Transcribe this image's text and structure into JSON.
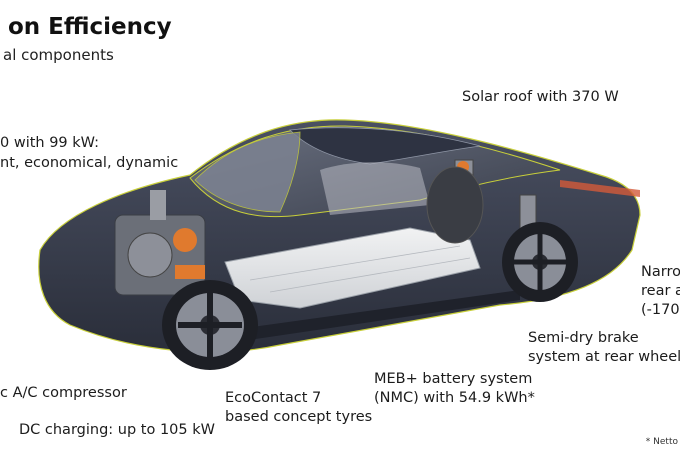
{
  "title": "on Efficiency",
  "subtitle": "al components",
  "callouts": {
    "solar_roof": "Solar roof with 370 W",
    "motor_line1": "0 with 99 kW:",
    "motor_line2": "nt, economical, dynamic",
    "narrow_line1": "Narro",
    "narrow_line2": "rear a",
    "narrow_line3": "(-170",
    "brake_line1": "Semi-dry brake",
    "brake_line2": "system at rear wheels",
    "ac_compressor": "c A/C compressor",
    "dc_charging": "DC charging: up to 105 kW",
    "tyres_line1": "EcoContact 7",
    "tyres_line2": "based concept tyres",
    "battery_line1": "MEB+ battery system",
    "battery_line2": "(NMC) with 54.9 kWh*"
  },
  "footnote": "* Netto",
  "colors": {
    "body": "#3d4252",
    "body_dark": "#272b38",
    "glass": "#545a6a",
    "outline": "#c8cf3a",
    "battery": "#e6e8ea",
    "motor_accent": "#e07a2e",
    "tyre": "#1d1f25",
    "rim": "#8a8e98"
  }
}
